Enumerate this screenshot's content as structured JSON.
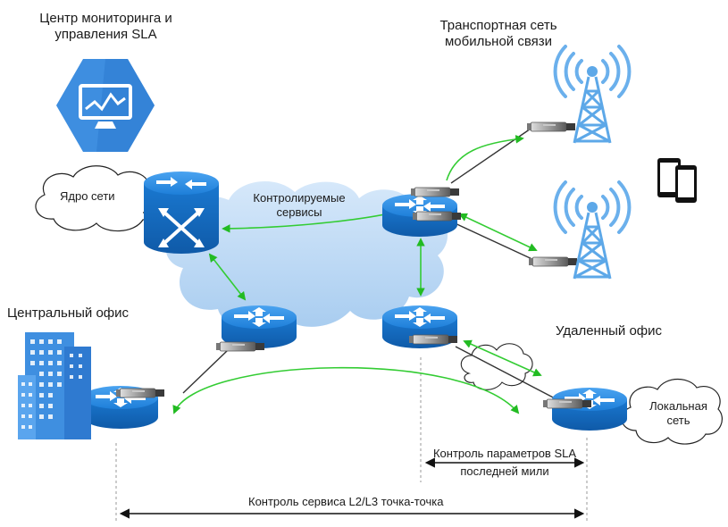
{
  "labels": {
    "monitoring_center": [
      "Центр мониторинга и",
      "управления SLA"
    ],
    "mobile_transport": [
      "Транспортная сеть",
      "мобильной связи"
    ],
    "core_network": "Ядро сети",
    "controlled_services": [
      "Контролируемые",
      "сервисы"
    ],
    "central_office": "Центральный офис",
    "remote_office": "Удаленный офис",
    "local_network": [
      "Локальная",
      "сеть"
    ],
    "sla_last_mile": [
      "Контроль параметров SLA",
      "последней мили"
    ],
    "l2l3_service": "Контроль сервиса L2/L3 точка-точка"
  },
  "colors": {
    "router": "#1e88e5",
    "router_dark": "#0d5fb0",
    "cloud": "#bcd9f5",
    "arrow_green": "#33cc33",
    "line": "#333333",
    "tower": "#5da8e8",
    "monitor_hex": "#4a90e2"
  },
  "icons": [
    "monitor-hexagon-icon",
    "router-icon",
    "core-switch-icon",
    "sfp-module-icon",
    "cell-tower-icon",
    "office-building-icon",
    "smartphone-tablet-icon",
    "cloud-icon"
  ]
}
